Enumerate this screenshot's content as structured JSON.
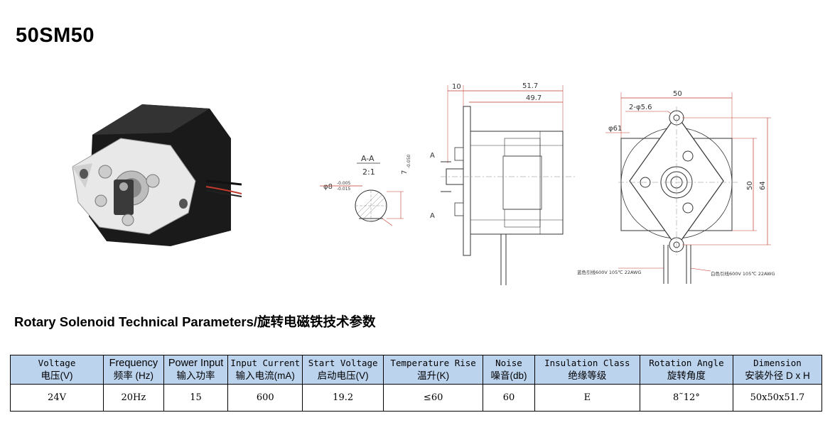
{
  "title": "50SM50",
  "section_title": "Rotary Solenoid Technical Parameters/旋转电磁铁技术参数",
  "drawing": {
    "dim_10": "10",
    "dim_51_7": "51.7",
    "dim_49_7": "49.7",
    "section_label": "A-A",
    "scale_label": "2:1",
    "shaft_diameter": "φ8",
    "shaft_tol_upper": "-0.005",
    "shaft_tol_lower": "-0.015",
    "flat_dim": "7",
    "flat_tol": "-0.050",
    "section_marker_top": "A",
    "section_marker_bottom": "A",
    "dim_50_top": "50",
    "holes": "2-φ5.6",
    "dia_61": "φ61",
    "dim_50_side": "50",
    "dim_64": "64",
    "wire_left": "蓝色引线600V 105℃ 22AWG",
    "wire_right": "白色引线600V 105℃ 22AWG"
  },
  "table": {
    "headers": [
      {
        "en": "Voltage",
        "cn": "电压(V)"
      },
      {
        "en": "Frequency",
        "cn": "频率 (Hz)"
      },
      {
        "en": "Power Input",
        "cn": "输入功率"
      },
      {
        "en": "Input Current",
        "cn": "输入电流(mA)"
      },
      {
        "en": "Start Voltage",
        "cn": "启动电压(V)"
      },
      {
        "en": "Temperature Rise",
        "cn": "温升(K)"
      },
      {
        "en": "Noise",
        "cn": "噪音(db)"
      },
      {
        "en": "Insulation Class",
        "cn": "绝缘等级"
      },
      {
        "en": "Rotation Angle",
        "cn": "旋转角度"
      },
      {
        "en": "Dimension",
        "cn": "安装外径 D x H"
      }
    ],
    "values": [
      "24V",
      "20Hz",
      "15",
      "600",
      "19.2",
      "≤60",
      "60",
      "E",
      "8˜12°",
      "50x50x51.7"
    ]
  },
  "colors": {
    "header_bg": "#bcd3ee",
    "dim_line_red": "#c0392b"
  }
}
